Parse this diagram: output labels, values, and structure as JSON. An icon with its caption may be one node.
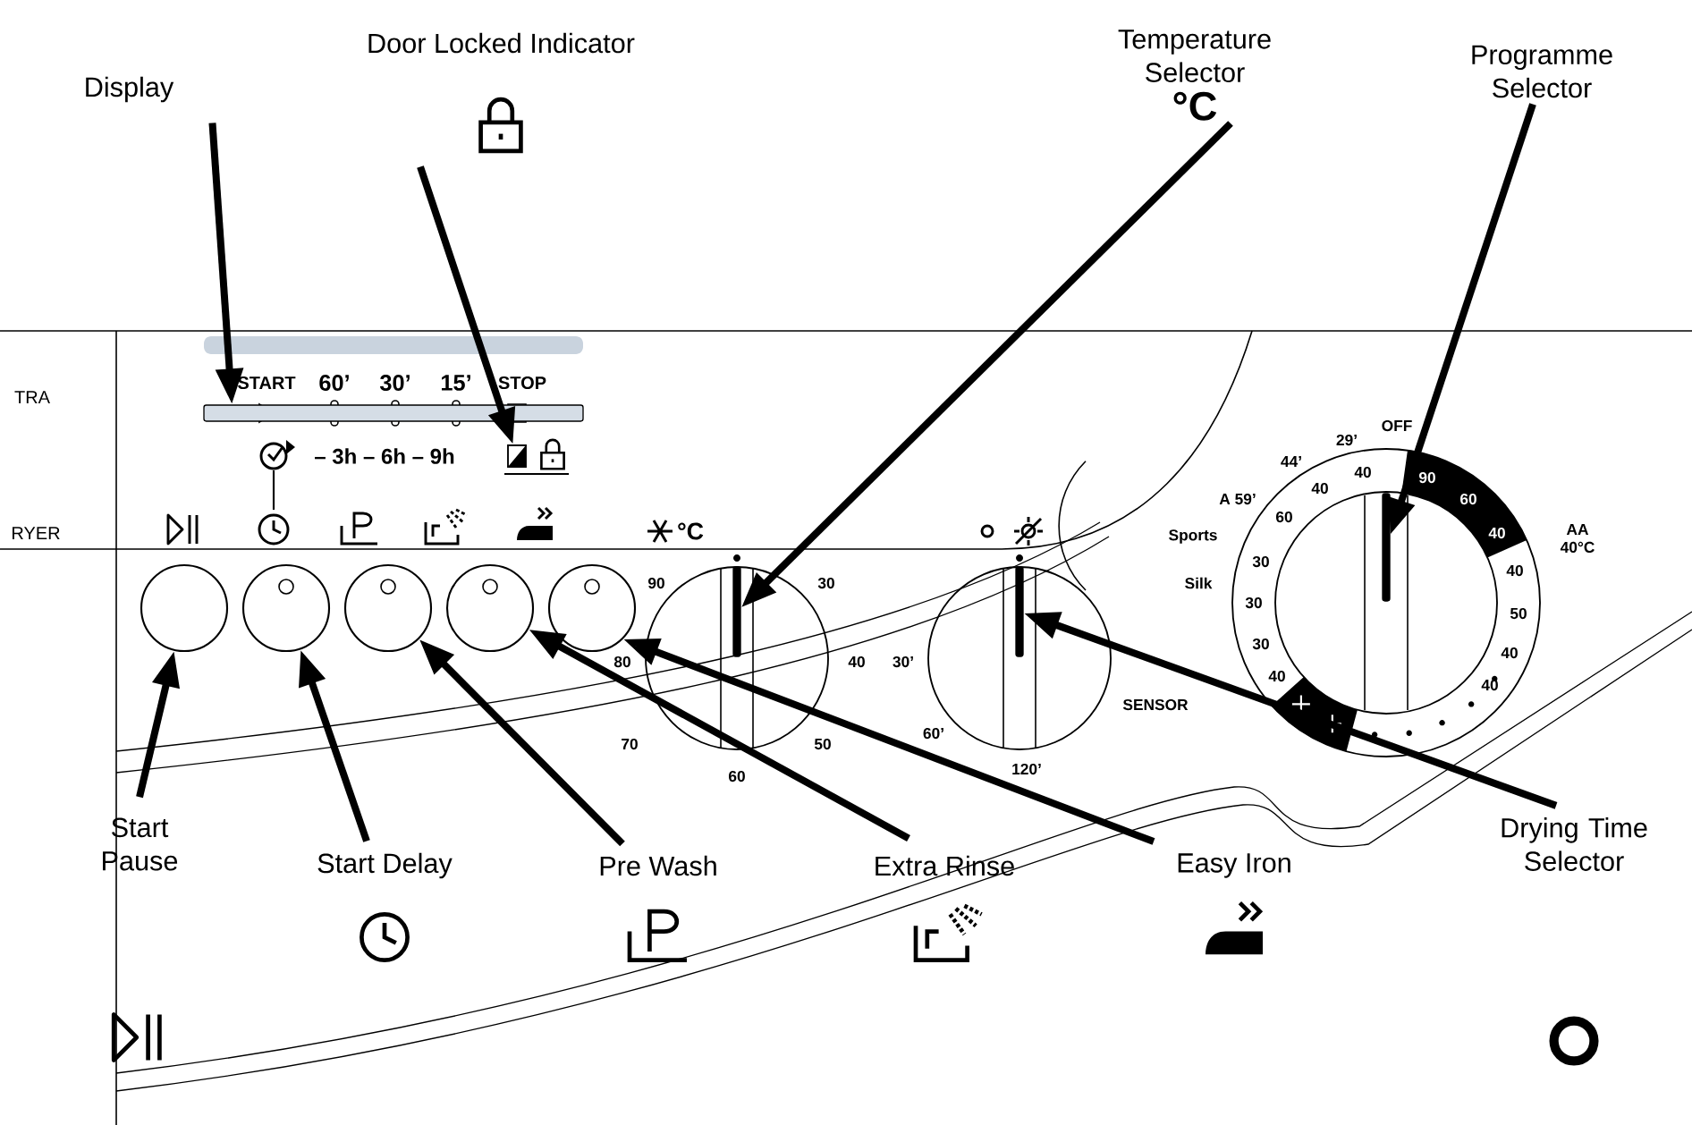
{
  "diagram": {
    "nodes": [
      {
        "text": [
          "Display"
        ]
      },
      {
        "text": [
          "Door Locked Indicator"
        ]
      },
      {
        "text": [
          "Temperature Selector",
          "°C"
        ]
      },
      {
        "text": [
          "Programme Selector"
        ]
      },
      {
        "text": [
          "Start Pause"
        ]
      },
      {
        "text": [
          "Start Delay"
        ]
      },
      {
        "text": [
          "Pre Wash"
        ]
      },
      {
        "text": [
          "Extra Rinse"
        ]
      },
      {
        "text": [
          "Easy Iron"
        ]
      },
      {
        "text": [
          "Drying Time Selector"
        ]
      },
      {
        "text": [],
        "shape": "bar"
      },
      {
        "text": [],
        "shape": "box"
      },
      {
        "text": [],
        "shape": "bar"
      },
      {
        "text": [],
        "shape": "bar"
      },
      {
        "text": [],
        "shape": "bar"
      },
      {
        "text": [],
        "shape": "circle"
      },
      {
        "text": [],
        "shape": "circle"
      },
      {
        "text": [],
        "shape": "circle"
      },
      {
        "text": [],
        "shape": "circle"
      },
      {
        "text": [],
        "shape": "circle"
      }
    ],
    "edges": [
      {
        "from": 0,
        "to": 10,
        "arrow": "to"
      },
      {
        "from": 1,
        "to": 11,
        "arrow": "to"
      },
      {
        "from": 2,
        "to": 12,
        "arrow": "to"
      },
      {
        "from": 3,
        "to": 14,
        "arrow": "to"
      },
      {
        "from": 4,
        "to": 15,
        "arrow": "to"
      },
      {
        "from": 5,
        "to": 16,
        "arrow": "to"
      },
      {
        "from": 6,
        "to": 17,
        "arrow": "to"
      },
      {
        "from": 7,
        "to": 18,
        "arrow": "to"
      },
      {
        "from": 8,
        "to": 19,
        "arrow": "to"
      },
      {
        "from": 9,
        "to": 13,
        "arrow": "to"
      }
    ],
    "labels": [
      "TRA",
      "START",
      "60’",
      "30’",
      "15’",
      "STOP",
      "– 3h – 6h – 9h",
      "RYER",
      "°C",
      "90",
      "30",
      "80",
      "40",
      "70",
      "50",
      "60",
      "30’",
      "60’",
      "120’",
      "SENSOR",
      "A 59’",
      "44’",
      "29’",
      "OFF",
      "40",
      "90",
      "40",
      "60",
      "60",
      "Sports",
      "40",
      "AA 40°C",
      "30",
      "40",
      "Silk",
      "30",
      "50",
      "30",
      "40",
      "40",
      "40"
    ]
  }
}
